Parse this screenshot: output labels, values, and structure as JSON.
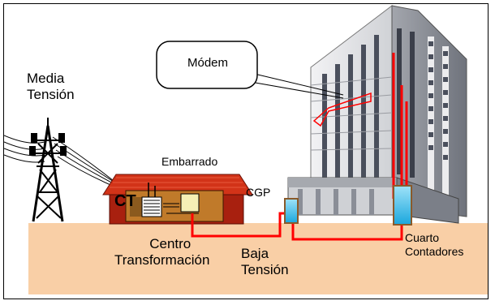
{
  "labels": {
    "media_tension": [
      "Media",
      "Tensión"
    ],
    "modem": "Módem",
    "embarrado": "Embarrado",
    "ct": "CT",
    "cgp": "CGP",
    "centro_transformacion": [
      "Centro",
      "Transformación"
    ],
    "baja_tension": [
      "Baja",
      "Tensión"
    ],
    "cuarto_contadores": [
      "Cuarto",
      "Contadores"
    ]
  },
  "colors": {
    "ground": "#f9cfa6",
    "building_light": "#e7e7ea",
    "building_dark": "#8a8e97",
    "window": "#4a4f5c",
    "transformer_house": "#b02010",
    "roof": "#cc2a18",
    "signal_line": "#ff0000",
    "box_blue": "#39b8ea"
  }
}
